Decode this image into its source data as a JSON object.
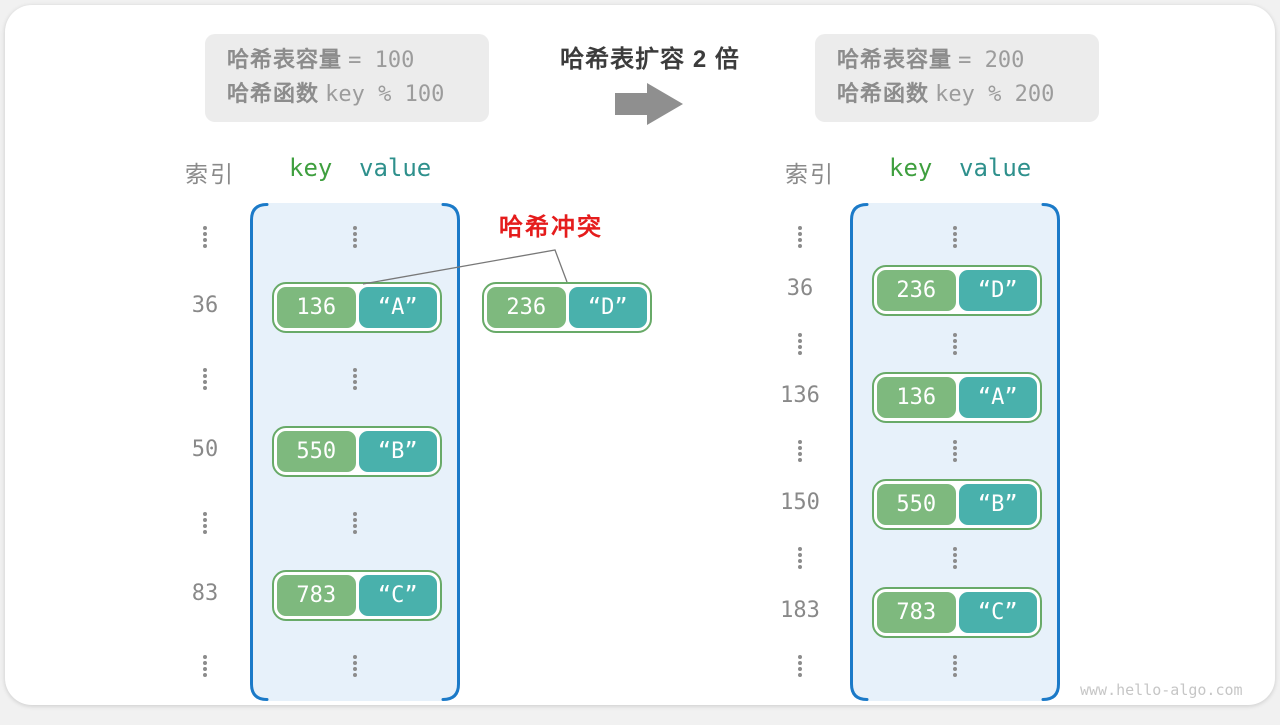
{
  "title": "哈希表扩容 2 倍",
  "info_before": {
    "label1": "哈希表容量",
    "code1": "= 100",
    "label2": "哈希函数",
    "code2": "key % 100"
  },
  "info_after": {
    "label1": "哈希表容量",
    "code1": "= 200",
    "label2": "哈希函数",
    "code2": "key % 200"
  },
  "collision_label": "哈希冲突",
  "tables": {
    "left": {
      "index_header": "索引",
      "key_header": "key",
      "value_header": "value",
      "rows": [
        {
          "index": "36",
          "key": "136",
          "value": "“A”"
        },
        {
          "index": "50",
          "key": "550",
          "value": "“B”"
        },
        {
          "index": "83",
          "key": "783",
          "value": "“C”"
        }
      ]
    },
    "collision_pair": {
      "key": "236",
      "value": "“D”"
    },
    "right": {
      "index_header": "索引",
      "key_header": "key",
      "value_header": "value",
      "rows": [
        {
          "index": "36",
          "key": "236",
          "value": "“D”"
        },
        {
          "index": "136",
          "key": "136",
          "value": "“A”"
        },
        {
          "index": "150",
          "key": "550",
          "value": "“B”"
        },
        {
          "index": "183",
          "key": "783",
          "value": "“C”"
        }
      ]
    }
  },
  "watermark": "www.hello-algo.com",
  "colors": {
    "key_box": "#7eb97e",
    "value_box": "#49b1ac",
    "pair_border": "#68aa68",
    "bucket_fill": "#e7f1fa",
    "bucket_border": "#1b7ac8",
    "collision_red": "#e51c1c",
    "arrow_gray": "#8f8f8f",
    "infobox_bg": "#ececec"
  }
}
